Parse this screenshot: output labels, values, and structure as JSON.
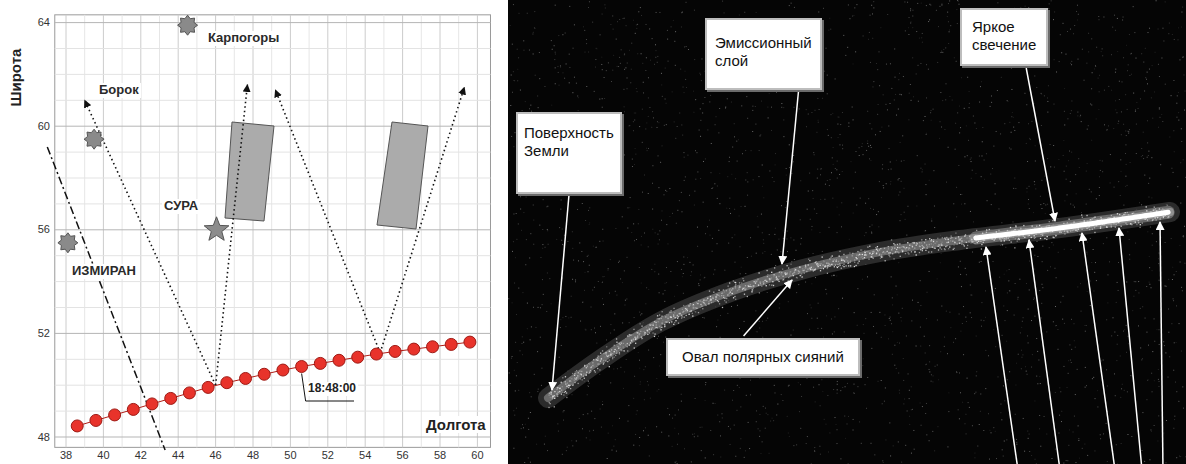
{
  "diagram": {
    "nodes": [
      {
        "text": [
          "Поверхность Земли"
        ]
      },
      {
        "text": [
          "Эмиссионный слой"
        ]
      },
      {
        "text": [
          "Яркое свечение"
        ]
      },
      {
        "text": [
          "Овал полярных сияний"
        ]
      }
    ],
    "labels": [
      "Широта",
      "64",
      "60",
      "56",
      "52",
      "48",
      "38",
      "40",
      "42",
      "44",
      "46",
      "48",
      "50",
      "52",
      "54",
      "56",
      "58",
      "60",
      "Карпогоры",
      "Борок",
      "СУРА",
      "ИЗМИРАН",
      "18:48:00",
      "Долгота"
    ]
  }
}
